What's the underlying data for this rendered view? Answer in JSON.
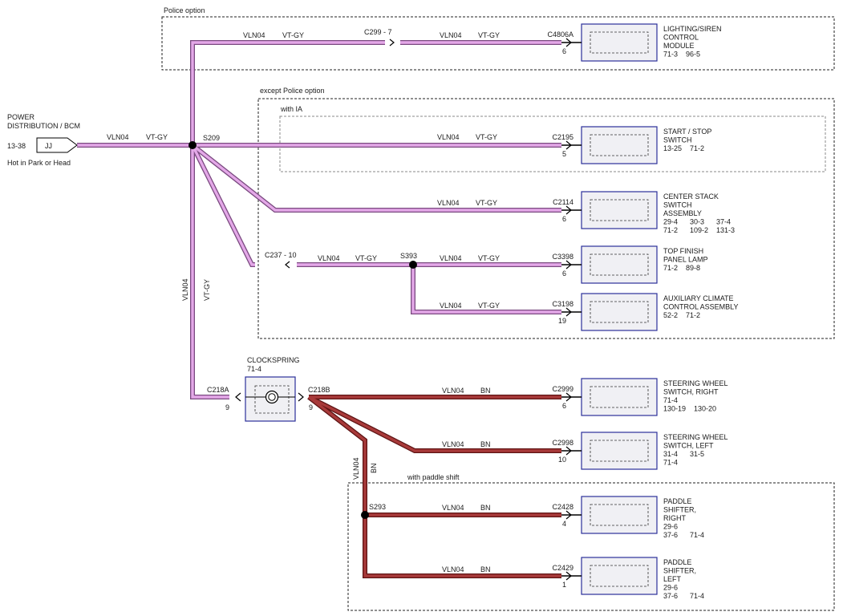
{
  "colors": {
    "vt_gy_outer": "#7a4a80",
    "vt_gy_inner": "#e4a8e8",
    "bn_outer": "#5e1414",
    "bn_inner": "#a83a3a",
    "box_border": "#2b2f9a",
    "box_fill": "#f0f0f4"
  },
  "regions": {
    "police": "Police option",
    "except_police": "except Police option",
    "with_ia": "with IA",
    "paddle": "with paddle shift"
  },
  "source": {
    "title_line1": "POWER",
    "title_line2": "DISTRIBUTION / BCM",
    "ref": "13-38",
    "connector": "JJ",
    "note": "Hot in Park or Head"
  },
  "wire": {
    "circuit": "VLN04",
    "color_vtgy": "VT-GY",
    "color_bn": "BN"
  },
  "splices": {
    "s209": "S209",
    "s393": "S393",
    "s293": "S293"
  },
  "inline": {
    "c299": "C299 - 7",
    "c237": "C237 - 10"
  },
  "clockspring": {
    "title": "CLOCKSPRING",
    "ref": "71-4",
    "in_conn": "C218A",
    "in_pin": "9",
    "out_conn": "C218B",
    "out_pin": "9"
  },
  "components": [
    {
      "key": "lighting",
      "conn": "C4806A",
      "pin": "6",
      "name": [
        "LIGHTING/SIREN",
        "CONTROL",
        "MODULE",
        "71-3    96-5"
      ]
    },
    {
      "key": "startstop",
      "conn": "C2195",
      "pin": "5",
      "name": [
        "START / STOP",
        "SWITCH",
        "13-25    71-2"
      ]
    },
    {
      "key": "centerstack",
      "conn": "C2114",
      "pin": "6",
      "name": [
        "CENTER STACK",
        "SWITCH",
        "ASSEMBLY",
        "29-4      30-3      37-4",
        "71-2      109-2    131-3"
      ]
    },
    {
      "key": "topfinish",
      "conn": "C3398",
      "pin": "6",
      "name": [
        "TOP FINISH",
        "PANEL LAMP",
        "71-2    89-8"
      ]
    },
    {
      "key": "auxclimate",
      "conn": "C3198",
      "pin": "19",
      "name": [
        "AUXILIARY CLIMATE",
        "CONTROL ASSEMBLY",
        "52-2    71-2"
      ]
    },
    {
      "key": "swright",
      "conn": "C2999",
      "pin": "6",
      "name": [
        "STEERING WHEEL",
        "SWITCH, RIGHT",
        "71-4",
        "130-19    130-20"
      ]
    },
    {
      "key": "swleft",
      "conn": "C2998",
      "pin": "10",
      "name": [
        "STEERING WHEEL",
        "SWITCH, LEFT",
        "31-4      31-5",
        "71-4"
      ]
    },
    {
      "key": "paddleright",
      "conn": "C2428",
      "pin": "4",
      "name": [
        "PADDLE",
        "SHIFTER,",
        "RIGHT",
        "29-6",
        "37-6      71-4"
      ]
    },
    {
      "key": "paddleleft",
      "conn": "C2429",
      "pin": "1",
      "name": [
        "PADDLE",
        "SHIFTER,",
        "LEFT",
        "29-6",
        "37-6      71-4"
      ]
    }
  ]
}
